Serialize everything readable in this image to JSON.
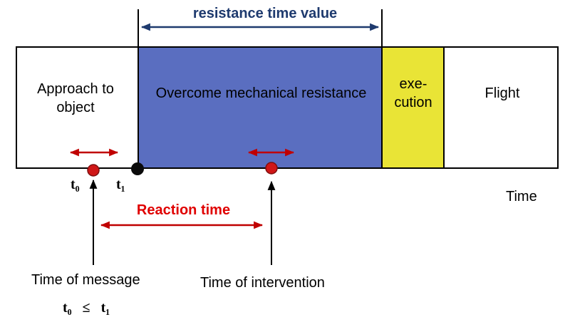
{
  "diagram": {
    "resistance_label": "resistance time value",
    "phases": {
      "approach": "Approach to object",
      "overcome": "Overcome mechanical resistance",
      "execution": "exe-cution",
      "flight": "Flight"
    },
    "time_label": "Time",
    "reaction_label": "Reaction time",
    "t0": "t₀",
    "t1": "t₁",
    "message_label": "Time of message",
    "intervention_label": "Time of intervention",
    "inequality": "t₀ ≤ t₁"
  },
  "colors": {
    "navy": "#1e3a6e",
    "blue_phase": "#5a6ec0",
    "yellow_phase": "#e9e436",
    "red_arrow": "#c00000",
    "red_dot": "#d01717",
    "red_text": "#e00000",
    "line_black": "#000000"
  }
}
